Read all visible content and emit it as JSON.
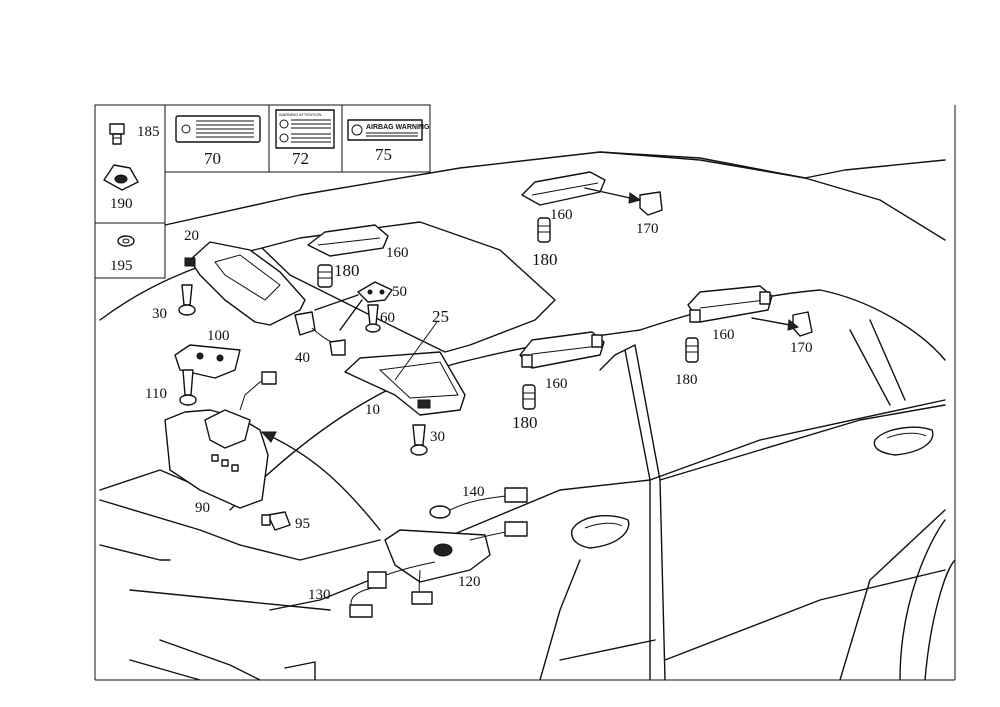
{
  "labels": {
    "p185": "185",
    "p190": "190",
    "p195": "195",
    "p70": "70",
    "p72": "72",
    "p75": "75",
    "p20": "20",
    "p30a": "30",
    "p100": "100",
    "p110": "110",
    "p90": "90",
    "p95": "95",
    "p180a": "180",
    "p160a": "160",
    "p50": "50",
    "p60": "60",
    "p40": "40",
    "p25": "25",
    "p10": "10",
    "p30b": "30",
    "p160b": "160",
    "p170a": "170",
    "p180b": "180",
    "p160c": "160",
    "p170b": "170",
    "p180c": "180",
    "p160d": "160",
    "p180d": "180",
    "p140": "140",
    "p120": "120",
    "p130": "130"
  },
  "warning_label_text": "AIRBAG WARNING",
  "label72_header": "WARNING ATTENTION"
}
